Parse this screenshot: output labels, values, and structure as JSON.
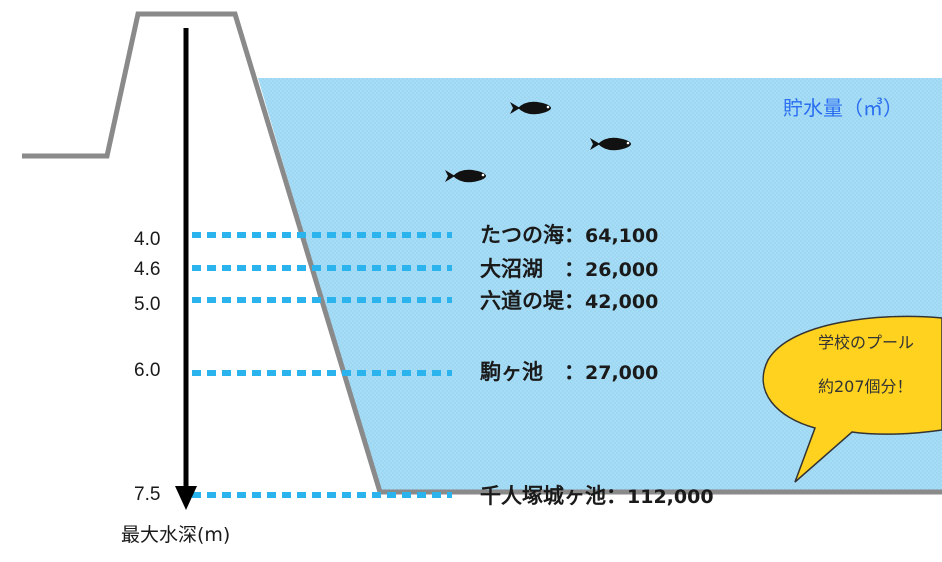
{
  "volume_title": "貯水量（㎥）",
  "axis_title": "最大水深(m)",
  "speech_bubble": {
    "line1": "学校のプール",
    "line2": "約207個分！"
  },
  "ponds": [
    {
      "depth": "4.0",
      "name": "たつの海",
      "sep": "：",
      "volume": "64,100"
    },
    {
      "depth": "4.6",
      "name": "大沼湖　",
      "sep": "：",
      "volume": "26,000"
    },
    {
      "depth": "5.0",
      "name": "六道の堤",
      "sep": "：",
      "volume": "42,000"
    },
    {
      "depth": "6.0",
      "name": "駒ヶ池　",
      "sep": "：",
      "volume": "27,000"
    },
    {
      "depth": "7.5",
      "name": "千人塚城ヶ池",
      "sep": "：",
      "volume": "112,000"
    }
  ],
  "colors": {
    "water": "#a6dcf5",
    "dam": "#8a8a8a",
    "depth_line": "#2bb3ee",
    "bubble": "#ffd21f",
    "volume_title": "#2a6df0"
  }
}
